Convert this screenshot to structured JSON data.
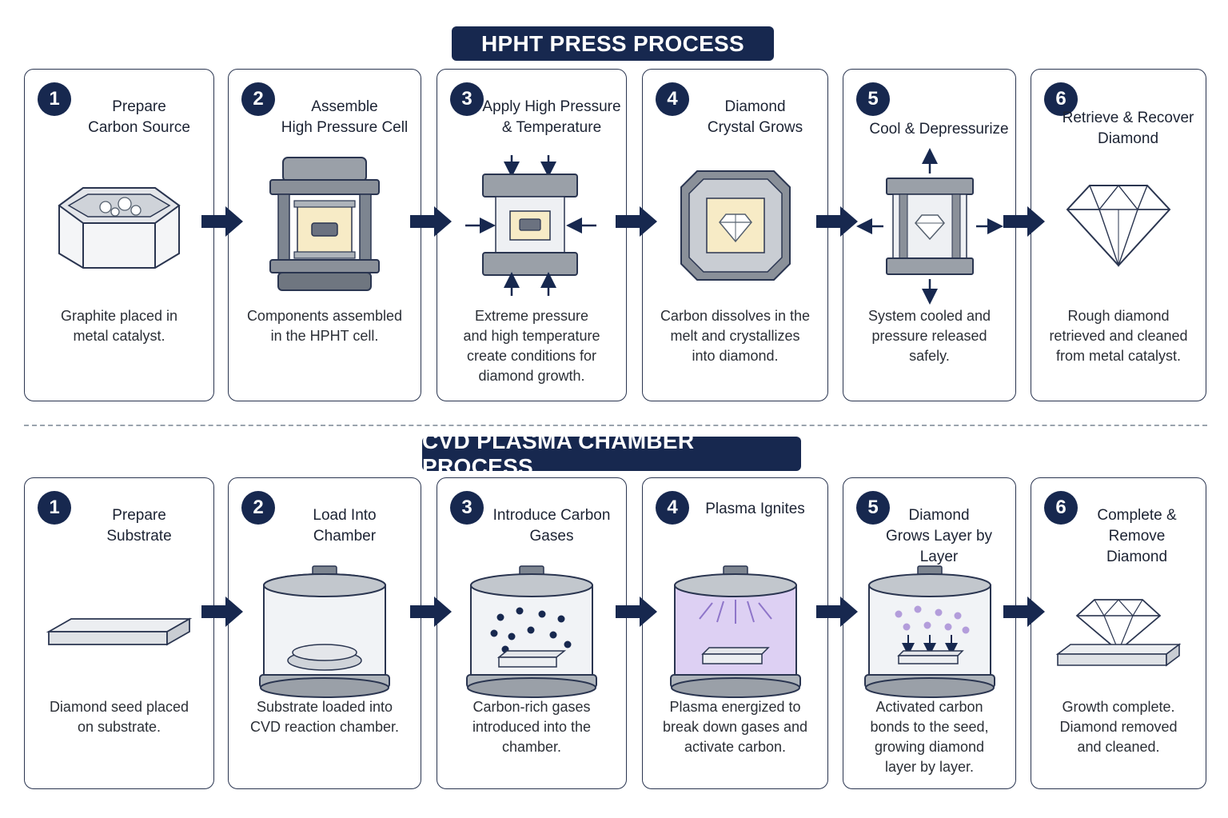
{
  "hpht": {
    "title": "HPHT PRESS PROCESS",
    "steps": [
      {
        "num": "1",
        "title": "Prepare\nCarbon Source",
        "desc": "Graphite placed in\nmetal catalyst.",
        "icon": "crucible-icon"
      },
      {
        "num": "2",
        "title": "Assemble\nHigh Pressure Cell",
        "desc": "Components assembled\nin the HPHT cell.",
        "icon": "pressure-cell-icon"
      },
      {
        "num": "3",
        "title": "Apply High Pressure\n& Temperature",
        "desc": "Extreme pressure\nand high temperature\ncreate conditions for\ndiamond growth.",
        "icon": "press-apply-icon"
      },
      {
        "num": "4",
        "title": "Diamond\nCrystal Grows",
        "desc": "Carbon dissolves in the\nmelt and crystallizes\ninto diamond.",
        "icon": "crystal-growth-icon"
      },
      {
        "num": "5",
        "title": "Cool & Depressurize",
        "desc": "System cooled and\npressure released\nsafely.",
        "icon": "depressurize-icon"
      },
      {
        "num": "6",
        "title": "Retrieve & Recover\nDiamond",
        "desc": "Rough diamond\nretrieved and cleaned\nfrom metal catalyst.",
        "icon": "diamond-icon"
      }
    ]
  },
  "cvd": {
    "title": "CVD PLASMA CHAMBER PROCESS",
    "steps": [
      {
        "num": "1",
        "title": "Prepare\nSubstrate",
        "desc": "Diamond seed placed\non substrate.",
        "icon": "substrate-icon"
      },
      {
        "num": "2",
        "title": "Load Into\nChamber",
        "desc": "Substrate loaded into\nCVD reaction chamber.",
        "icon": "chamber-load-icon"
      },
      {
        "num": "3",
        "title": "Introduce Carbon\nGases",
        "desc": "Carbon-rich gases\nintroduced into the\nchamber.",
        "icon": "chamber-gas-icon"
      },
      {
        "num": "4",
        "title": "Plasma Ignites",
        "desc": "Plasma energized to\nbreak down gases and\nactivate carbon.",
        "icon": "chamber-plasma-icon"
      },
      {
        "num": "5",
        "title": "Diamond\nGrows Layer by Layer",
        "desc": "Activated carbon\nbonds to the seed,\ngrowing diamond\nlayer by layer.",
        "icon": "chamber-growth-icon"
      },
      {
        "num": "6",
        "title": "Complete & Remove\nDiamond",
        "desc": "Growth complete.\nDiamond removed\nand cleaned.",
        "icon": "diamond-on-substrate-icon"
      }
    ]
  },
  "colors": {
    "navy": "#17284f",
    "outline": "#2a3550",
    "catalyst_yellow": "#f7ebc6",
    "plasma_violet": "#b39ddb",
    "metal_gray": "#7d8590"
  }
}
